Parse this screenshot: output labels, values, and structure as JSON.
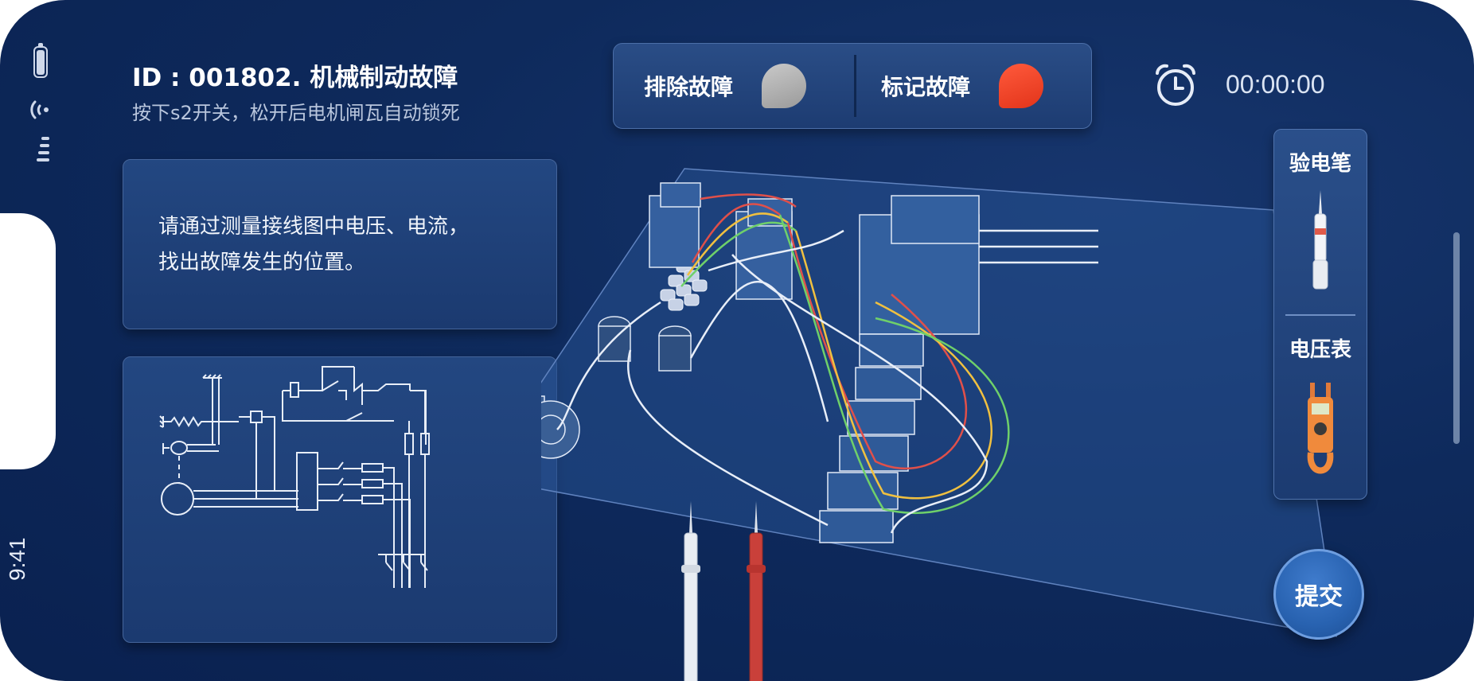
{
  "status": {
    "time": "9:41"
  },
  "task": {
    "title": "ID : 001802.  机械制动故障",
    "subtitle": "按下s2开关，松开后电机闸瓦自动锁死"
  },
  "toolbar": {
    "clear_fault_label": "排除故障",
    "mark_fault_label": "标记故障",
    "clear_color": "#a8a8a8",
    "mark_color": "#f2432a"
  },
  "timer": {
    "value": "00:00:00",
    "icon": "alarm-clock-icon"
  },
  "instructions": {
    "line1": "请通过测量接线图中电压、电流，",
    "line2": "找出故障发生的位置。"
  },
  "tools": {
    "items": [
      {
        "label": "验电笔",
        "icon": "voltage-tester-pen-icon"
      },
      {
        "label": "电压表",
        "icon": "clamp-meter-icon"
      }
    ]
  },
  "submit": {
    "label": "提交"
  },
  "colors": {
    "background": "#0e2a5c",
    "panel": "#1f4078",
    "accent": "#2862b0"
  }
}
